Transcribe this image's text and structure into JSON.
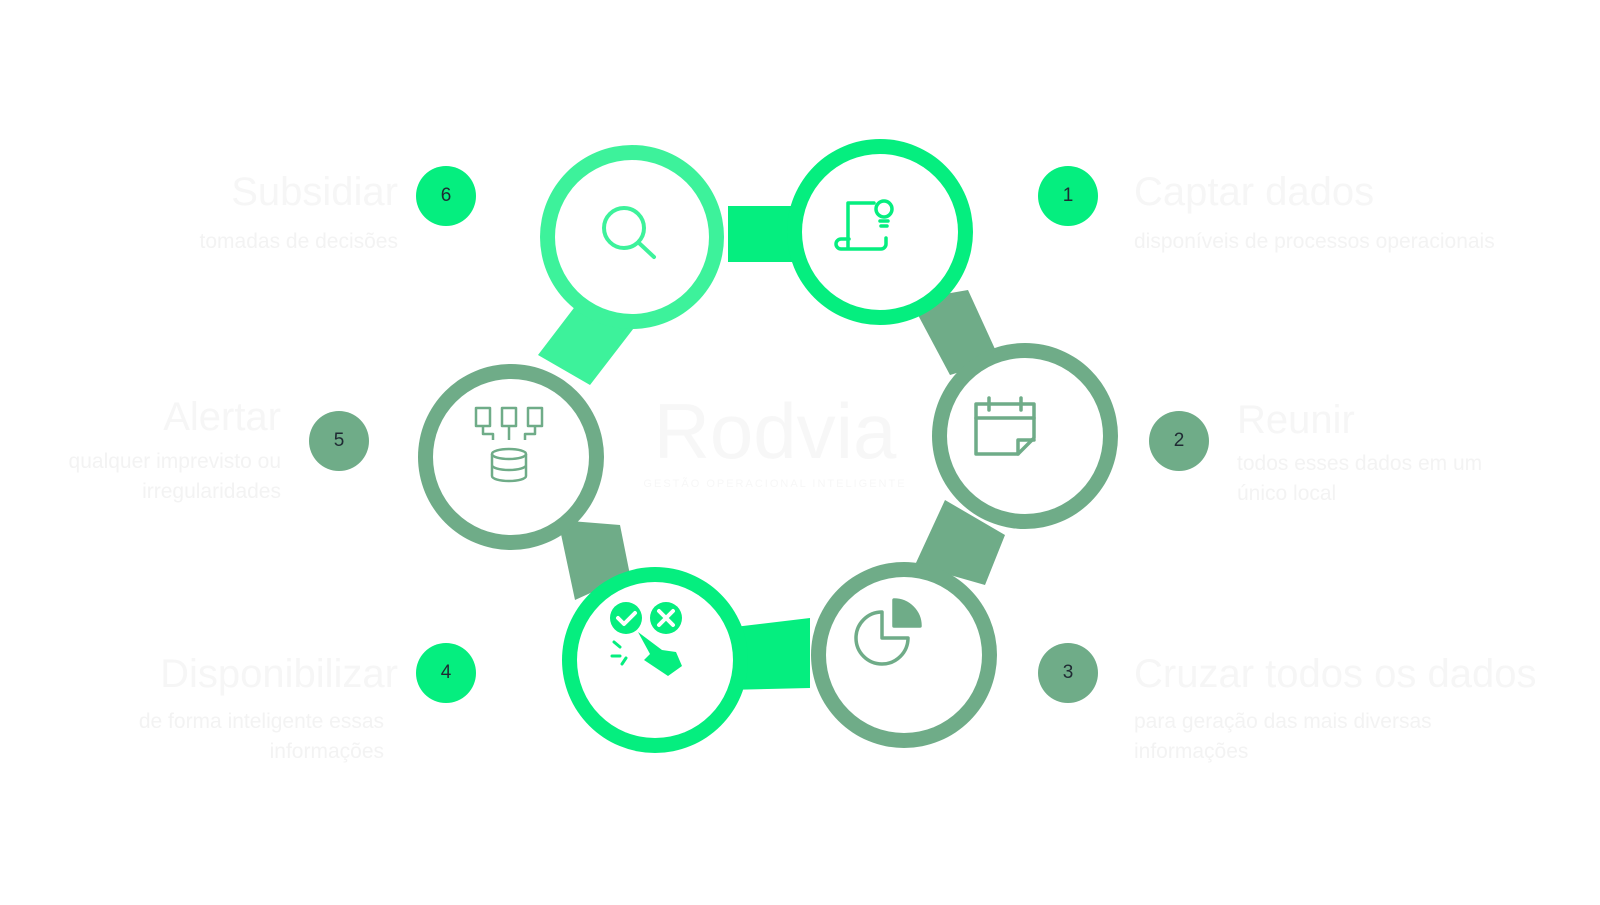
{
  "colors": {
    "bright": "#05ee7f",
    "bright_light": "#3df29b",
    "dark": "#6fac88",
    "text_faded": "#f4f4f4"
  },
  "brand": {
    "name": "Rodvia",
    "tagline": "GESTÃO OPERACIONAL INTELIGENTE"
  },
  "steps": [
    {
      "number": "1",
      "title": "Captar dados",
      "description": "disponíveis de processos operacionais",
      "icon": "document-idea-icon",
      "color": "bright"
    },
    {
      "number": "2",
      "title": "Reunir",
      "description": "todos esses dados em um único local",
      "icon": "calendar-icon",
      "color": "dark"
    },
    {
      "number": "3",
      "title": "Cruzar todos os dados",
      "description": "para geração das mais diversas informações",
      "icon": "pie-chart-icon",
      "color": "dark"
    },
    {
      "number": "4",
      "title": "Disponibilizar",
      "description": "de forma inteligente essas informações",
      "icon": "check-cross-choice-icon",
      "color": "bright"
    },
    {
      "number": "5",
      "title": "Alertar",
      "description": "qualquer imprevisto ou irregularidades",
      "icon": "database-merge-icon",
      "color": "dark"
    },
    {
      "number": "6",
      "title": "Subsidiar",
      "description": "tomadas de decisões",
      "icon": "search-icon",
      "color": "bright"
    }
  ]
}
